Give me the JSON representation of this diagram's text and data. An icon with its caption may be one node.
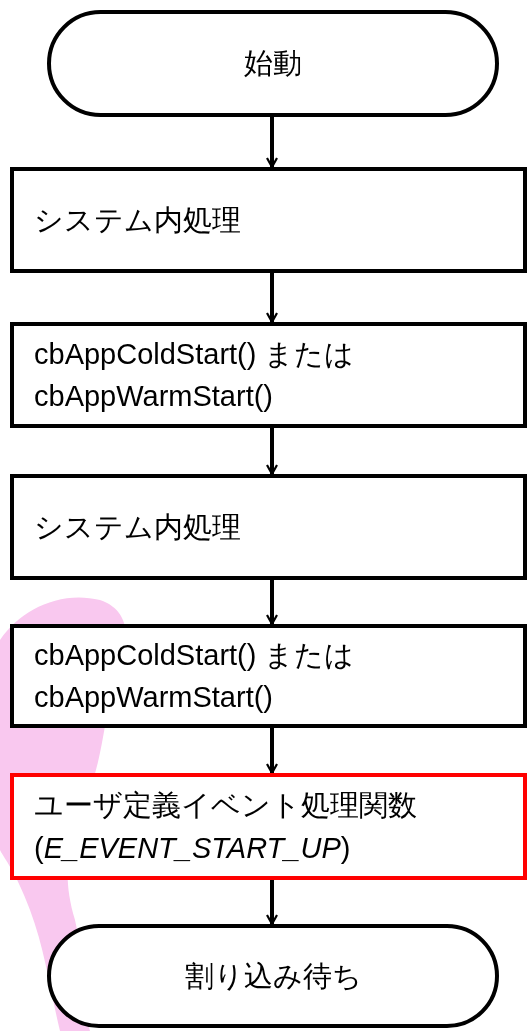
{
  "diagram": {
    "nodes": [
      {
        "text": [
          "始動"
        ]
      },
      {
        "text": [
          "システム内処理"
        ]
      },
      {
        "text": [
          "cbAppColdStart() または cbAppWarmStart()"
        ]
      },
      {
        "text": [
          "システム内処理"
        ]
      },
      {
        "text": [
          "cbAppColdStart() または cbAppWarmStart()"
        ]
      },
      {
        "text": [
          "ユーザ定義イベント処理関数 (*E_EVENT_START_UP*)"
        ]
      },
      {
        "text": [
          "割り込み待ち"
        ]
      }
    ],
    "edges": [
      {
        "from": 0,
        "to": 1,
        "arrow": "to"
      },
      {
        "from": 1,
        "to": 2,
        "arrow": "to"
      },
      {
        "from": 2,
        "to": 3,
        "arrow": "to"
      },
      {
        "from": 3,
        "to": 4,
        "arrow": "to"
      },
      {
        "from": 4,
        "to": 5,
        "arrow": "to"
      },
      {
        "from": 5,
        "to": 6,
        "arrow": "to"
      }
    ]
  }
}
